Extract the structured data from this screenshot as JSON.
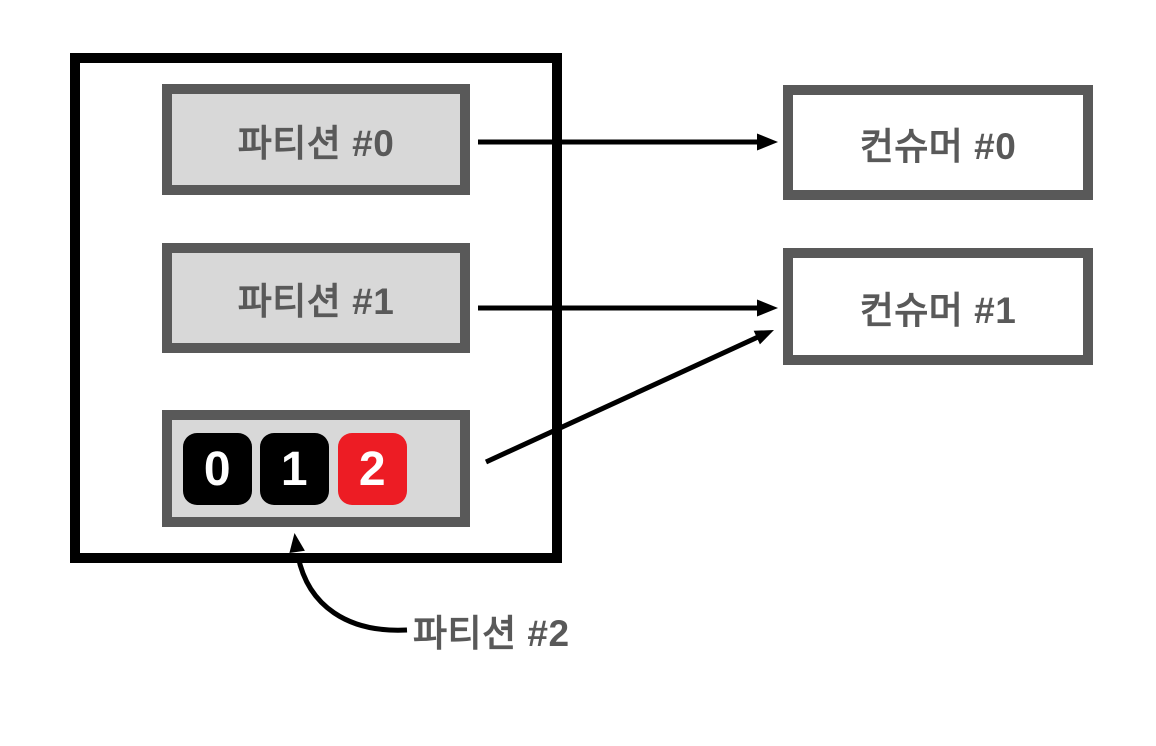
{
  "diagram": {
    "description": "Topic with three partitions assigned to two consumers",
    "colors": {
      "topic_outline": "#000000",
      "box_border": "#595959",
      "partition_fill": "#d8d8d8",
      "consumer_fill": "#ffffff",
      "label_text": "#595959",
      "record_black": "#000000",
      "record_red": "#ed1c24",
      "record_text": "#ffffff",
      "arrow": "#000000"
    }
  },
  "partitions": [
    {
      "label": "파티션 #0"
    },
    {
      "label": "파티션 #1"
    },
    {
      "label": "파티션 #2",
      "records": [
        {
          "value": "0",
          "color": "#000000"
        },
        {
          "value": "1",
          "color": "#000000"
        },
        {
          "value": "2",
          "color": "#ed1c24"
        }
      ]
    }
  ],
  "consumers": [
    {
      "label": "컨슈머 #0"
    },
    {
      "label": "컨슈머 #1"
    }
  ],
  "annotation": {
    "label": "파티션 #2"
  }
}
